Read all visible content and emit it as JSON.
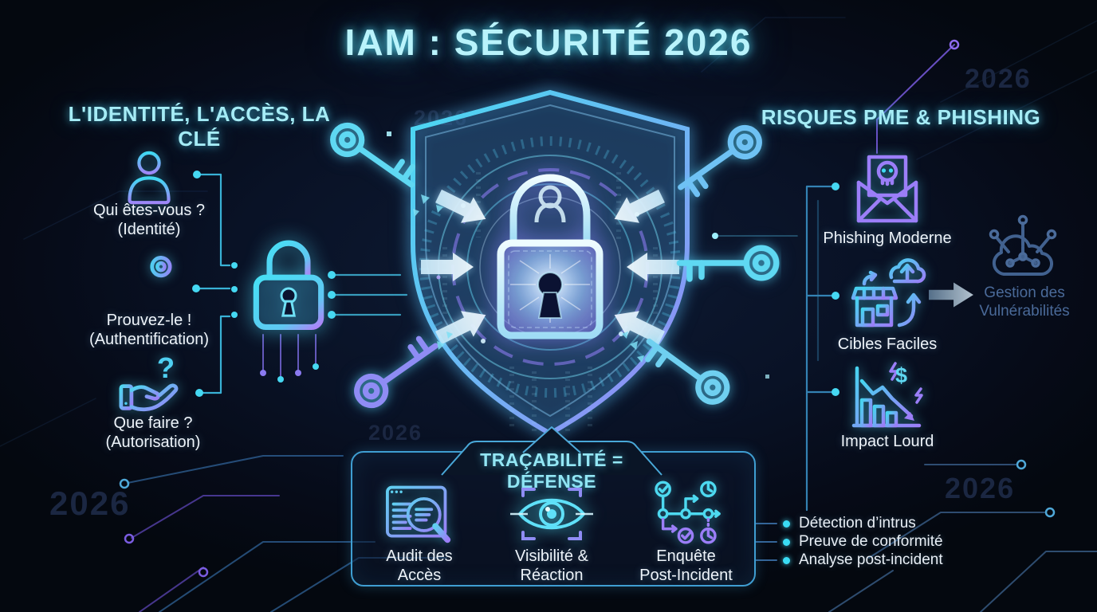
{
  "title": "IAM : SÉCURITÉ 2026",
  "watermark": "2026",
  "glyphs": {
    "question": "?",
    "dollar": "$"
  },
  "colors": {
    "accent_cyan": "#4dd9f0",
    "accent_purple": "#9b7ef8",
    "panel_border": "#3f9ed2",
    "dim_text": "#4a6a99"
  },
  "left_section": {
    "heading": "L'IDENTITÉ, L'ACCÈS, LA CLÉ",
    "items": [
      {
        "icon": "person-icon",
        "line1": "Qui êtes-vous ?",
        "line2": "(Identité)"
      },
      {
        "icon": "key-icon",
        "line1": "Prouvez-le !",
        "line2": "(Authentification)"
      },
      {
        "icon": "hand-question-icon",
        "line1": "Que faire ?",
        "line2": "(Autorisation)"
      }
    ]
  },
  "right_section": {
    "heading": "RISQUES PME & PHISHING",
    "items": [
      {
        "icon": "phishing-mail-icon",
        "label": "Phishing Moderne"
      },
      {
        "icon": "storefront-cloud-icon",
        "label": "Cibles Faciles"
      },
      {
        "icon": "impact-chart-icon",
        "label": "Impact Lourd"
      }
    ],
    "side_note": {
      "icon": "vulnerability-cloud-icon",
      "line1": "Gestion des",
      "line2": "Vulnérabilités"
    }
  },
  "bottom_panel": {
    "heading": "TRAÇABILITÉ = DÉFENSE",
    "items": [
      {
        "icon": "audit-magnifier-icon",
        "line1": "Audit des",
        "line2": "Accès"
      },
      {
        "icon": "eye-visibility-icon",
        "line1": "Visibilité &",
        "line2": "Réaction"
      },
      {
        "icon": "incident-timeline-icon",
        "line1": "Enquête",
        "line2": "Post-Incident"
      }
    ],
    "bullets": [
      "Détection d’intrus",
      "Preuve de conformité",
      "Analyse post-incident"
    ]
  }
}
